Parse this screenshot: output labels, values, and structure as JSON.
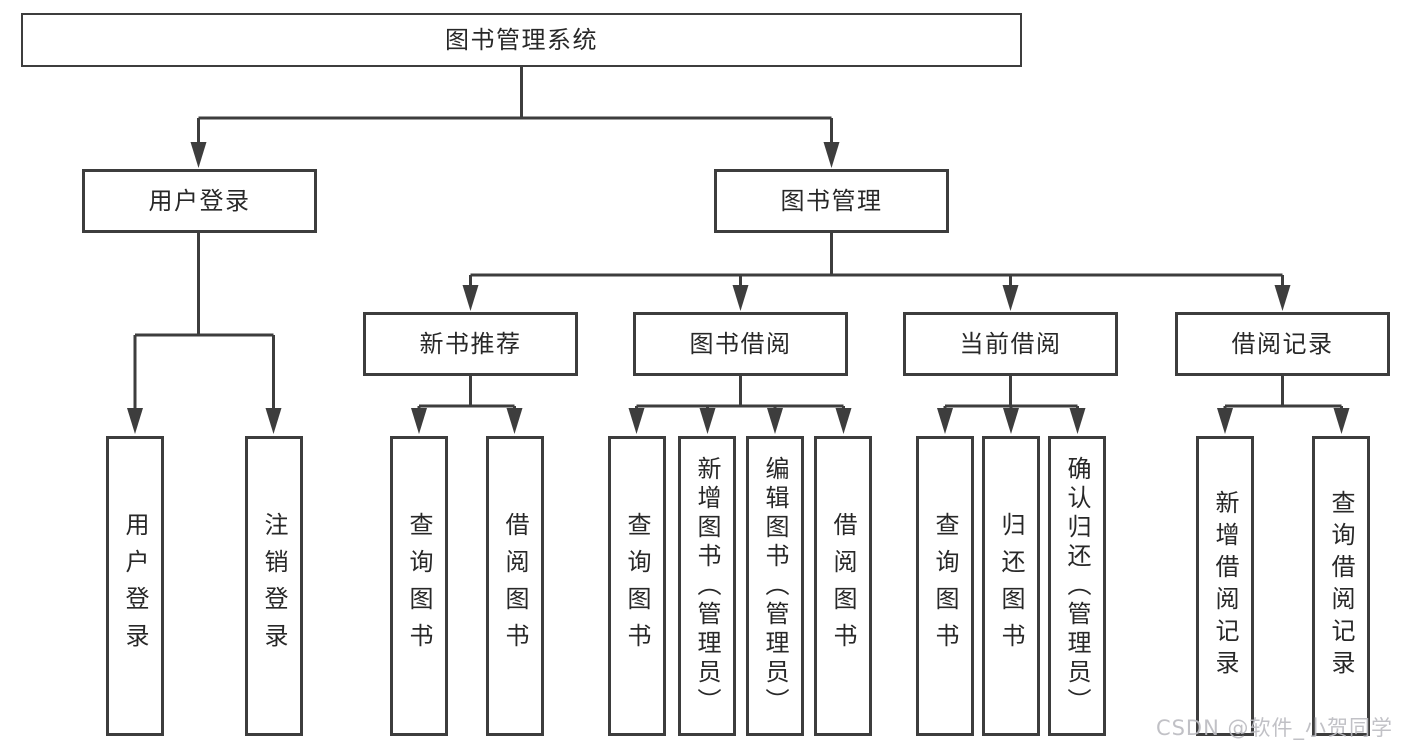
{
  "tree": {
    "root": {
      "label": "图书管理系统"
    },
    "children": [
      {
        "label": "用户登录",
        "children": [
          {
            "label": "用户登录"
          },
          {
            "label": "注销登录"
          }
        ]
      },
      {
        "label": "图书管理",
        "children": [
          {
            "label": "新书推荐",
            "children": [
              {
                "label": "查询图书"
              },
              {
                "label": "借阅图书"
              }
            ]
          },
          {
            "label": "图书借阅",
            "children": [
              {
                "label": "查询图书"
              },
              {
                "label": "新增图书（管理员）"
              },
              {
                "label": "编辑图书（管理员）"
              },
              {
                "label": "借阅图书"
              }
            ]
          },
          {
            "label": "当前借阅",
            "children": [
              {
                "label": "查询图书"
              },
              {
                "label": "归还图书"
              },
              {
                "label": "确认归还（管理员）"
              }
            ]
          },
          {
            "label": "借阅记录",
            "children": [
              {
                "label": "新增借阅记录"
              },
              {
                "label": "查询借阅记录"
              }
            ]
          }
        ]
      }
    ]
  },
  "watermark": {
    "text": "CSDN @软件_小贺同学"
  },
  "colors": {
    "line": "#3d3d3d",
    "text": "#282828",
    "background": "#ffffff",
    "watermark": "#bcbcc1"
  }
}
